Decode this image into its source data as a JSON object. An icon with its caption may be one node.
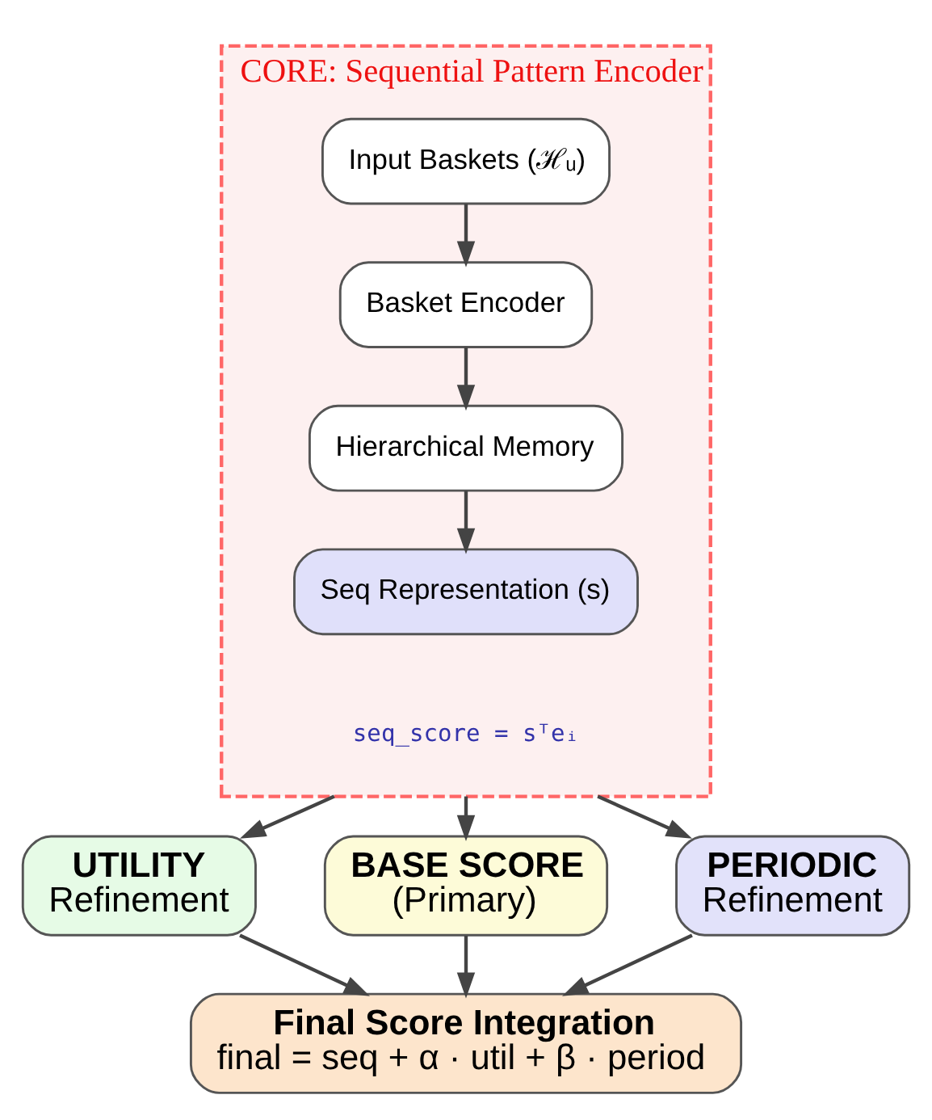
{
  "diagram": {
    "nodes": [
      {
        "text": [
          "CORE: Sequential Pattern Encoder"
        ]
      },
      {
        "text": [
          "Input Baskets (ℋᵤ)"
        ],
        "in": 0
      },
      {
        "text": [
          "Basket Encoder"
        ],
        "in": 0
      },
      {
        "text": [
          "Hierarchical Memory"
        ],
        "in": 0
      },
      {
        "text": [
          "Seq Representation (s)"
        ],
        "in": 0
      },
      {
        "text": [
          "UTILITY",
          "Refinement"
        ]
      },
      {
        "text": [
          "BASE SCORE",
          "(Primary)"
        ]
      },
      {
        "text": [
          "PERIODIC",
          "Refinement"
        ]
      },
      {
        "text": [
          "Final Score Integration",
          "final = seq + α · util + β · period"
        ]
      }
    ],
    "edges": [
      {
        "from": 1,
        "to": 2,
        "arrow": "to"
      },
      {
        "from": 2,
        "to": 3,
        "arrow": "to"
      },
      {
        "from": 3,
        "to": 4,
        "arrow": "to"
      },
      {
        "from": 0,
        "to": 5,
        "arrow": "to"
      },
      {
        "from": 0,
        "to": 6,
        "arrow": "to"
      },
      {
        "from": 0,
        "to": 7,
        "arrow": "to"
      },
      {
        "from": 5,
        "to": 8,
        "arrow": "to"
      },
      {
        "from": 6,
        "to": 8,
        "arrow": "to"
      },
      {
        "from": 7,
        "to": 8,
        "arrow": "to"
      }
    ],
    "labels": [
      "seq_score = sᵀeᵢ"
    ]
  }
}
